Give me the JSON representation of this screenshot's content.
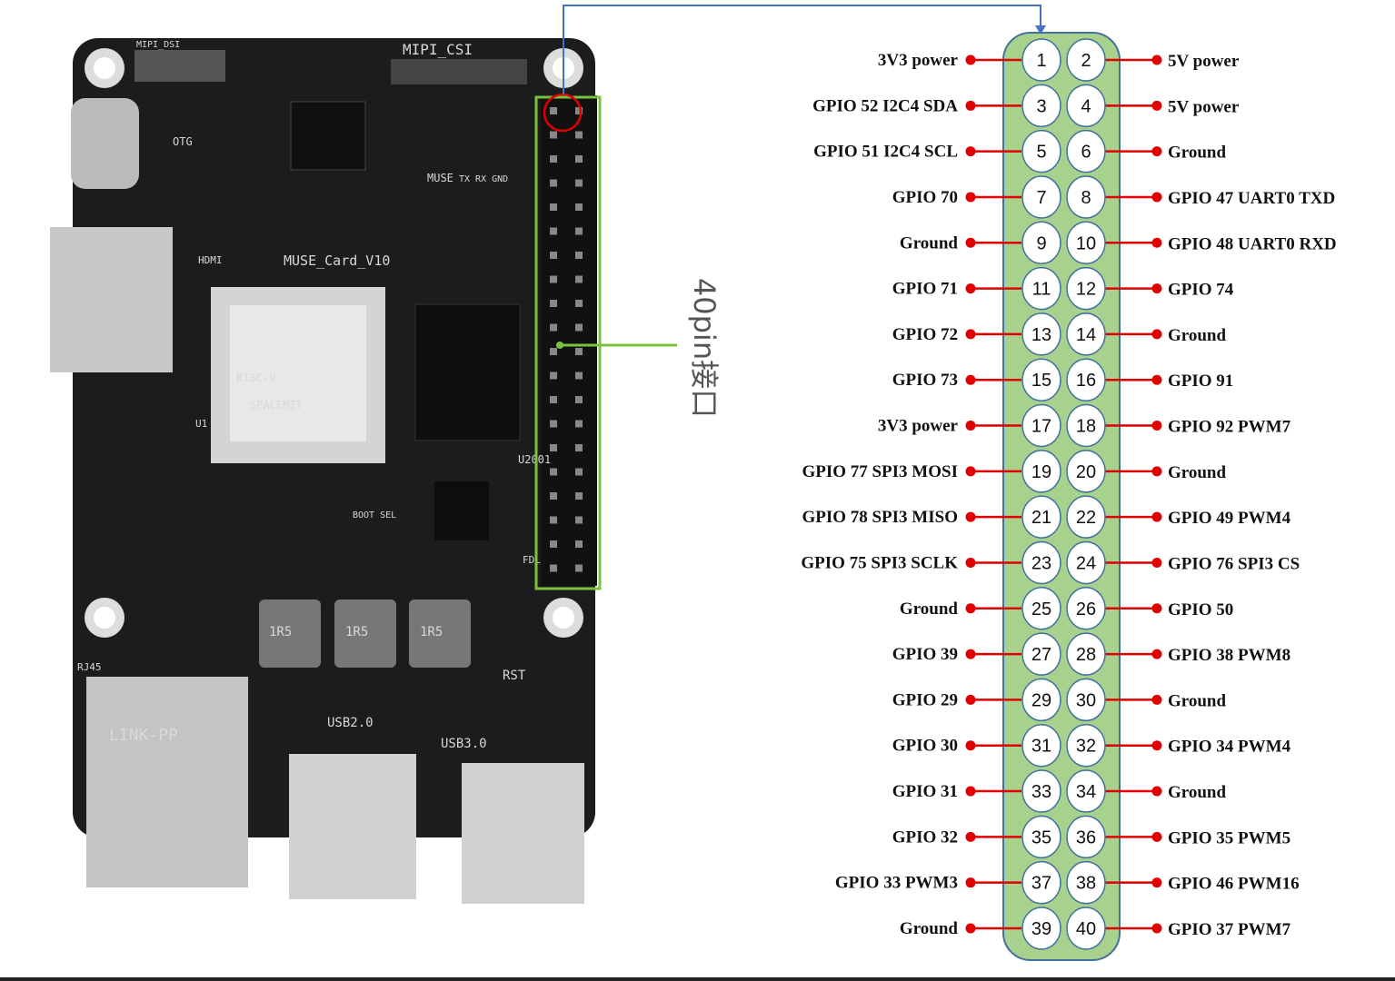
{
  "header_label": "40pin接口",
  "colors": {
    "header_fill": "#a9d18e",
    "header_border": "#41719c",
    "pin_line": "#e00000",
    "connector_arrow": "#4472c4",
    "highlight_box": "#7cc242",
    "pin1_marker": "#e00000",
    "board": "#1c1c1e"
  },
  "board": {
    "icon": "single-board-computer-photo",
    "silkscreen": [
      "MIPI_DSI",
      "MIPI_CSI",
      "OTG",
      "HDMI",
      "MUSE_Card_V10",
      "MUSE",
      "U1",
      "U2001",
      "RST",
      "RJ45",
      "USB2.0",
      "USB3.0",
      "1R5",
      "1R5",
      "1R5",
      "LINK-PP",
      "SPACEMIT",
      "RISC-V",
      "TX RX GND",
      "FDL",
      "BOOT SEL"
    ]
  },
  "pins": [
    {
      "left_num": "1",
      "left_label": "3V3 power",
      "right_num": "2",
      "right_label": "5V power"
    },
    {
      "left_num": "3",
      "left_label": "GPIO 52 I2C4 SDA",
      "right_num": "4",
      "right_label": "5V power"
    },
    {
      "left_num": "5",
      "left_label": "GPIO 51 I2C4 SCL",
      "right_num": "6",
      "right_label": "Ground"
    },
    {
      "left_num": "7",
      "left_label": "GPIO 70",
      "right_num": "8",
      "right_label": "GPIO 47 UART0 TXD"
    },
    {
      "left_num": "9",
      "left_label": "Ground",
      "right_num": "10",
      "right_label": "GPIO 48 UART0 RXD"
    },
    {
      "left_num": "11",
      "left_label": "GPIO 71",
      "right_num": "12",
      "right_label": "GPIO 74"
    },
    {
      "left_num": "13",
      "left_label": "GPIO 72",
      "right_num": "14",
      "right_label": "Ground"
    },
    {
      "left_num": "15",
      "left_label": "GPIO 73",
      "right_num": "16",
      "right_label": "GPIO 91"
    },
    {
      "left_num": "17",
      "left_label": "3V3 power",
      "right_num": "18",
      "right_label": "GPIO 92 PWM7"
    },
    {
      "left_num": "19",
      "left_label": "GPIO 77 SPI3 MOSI",
      "right_num": "20",
      "right_label": "Ground"
    },
    {
      "left_num": "21",
      "left_label": "GPIO 78 SPI3 MISO",
      "right_num": "22",
      "right_label": "GPIO 49 PWM4"
    },
    {
      "left_num": "23",
      "left_label": "GPIO 75 SPI3 SCLK",
      "right_num": "24",
      "right_label": "GPIO 76 SPI3 CS"
    },
    {
      "left_num": "25",
      "left_label": "Ground",
      "right_num": "26",
      "right_label": "GPIO 50"
    },
    {
      "left_num": "27",
      "left_label": "GPIO 39",
      "right_num": "28",
      "right_label": "GPIO 38  PWM8"
    },
    {
      "left_num": "29",
      "left_label": "GPIO 29",
      "right_num": "30",
      "right_label": "Ground"
    },
    {
      "left_num": "31",
      "left_label": "GPIO 30",
      "right_num": "32",
      "right_label": "GPIO 34 PWM4"
    },
    {
      "left_num": "33",
      "left_label": "GPIO 31",
      "right_num": "34",
      "right_label": "Ground"
    },
    {
      "left_num": "35",
      "left_label": "GPIO 32",
      "right_num": "36",
      "right_label": "GPIO 35 PWM5"
    },
    {
      "left_num": "37",
      "left_label": "GPIO 33 PWM3",
      "right_num": "38",
      "right_label": "GPIO 46 PWM16"
    },
    {
      "left_num": "39",
      "left_label": "Ground",
      "right_num": "40",
      "right_label": "GPIO 37 PWM7"
    }
  ]
}
